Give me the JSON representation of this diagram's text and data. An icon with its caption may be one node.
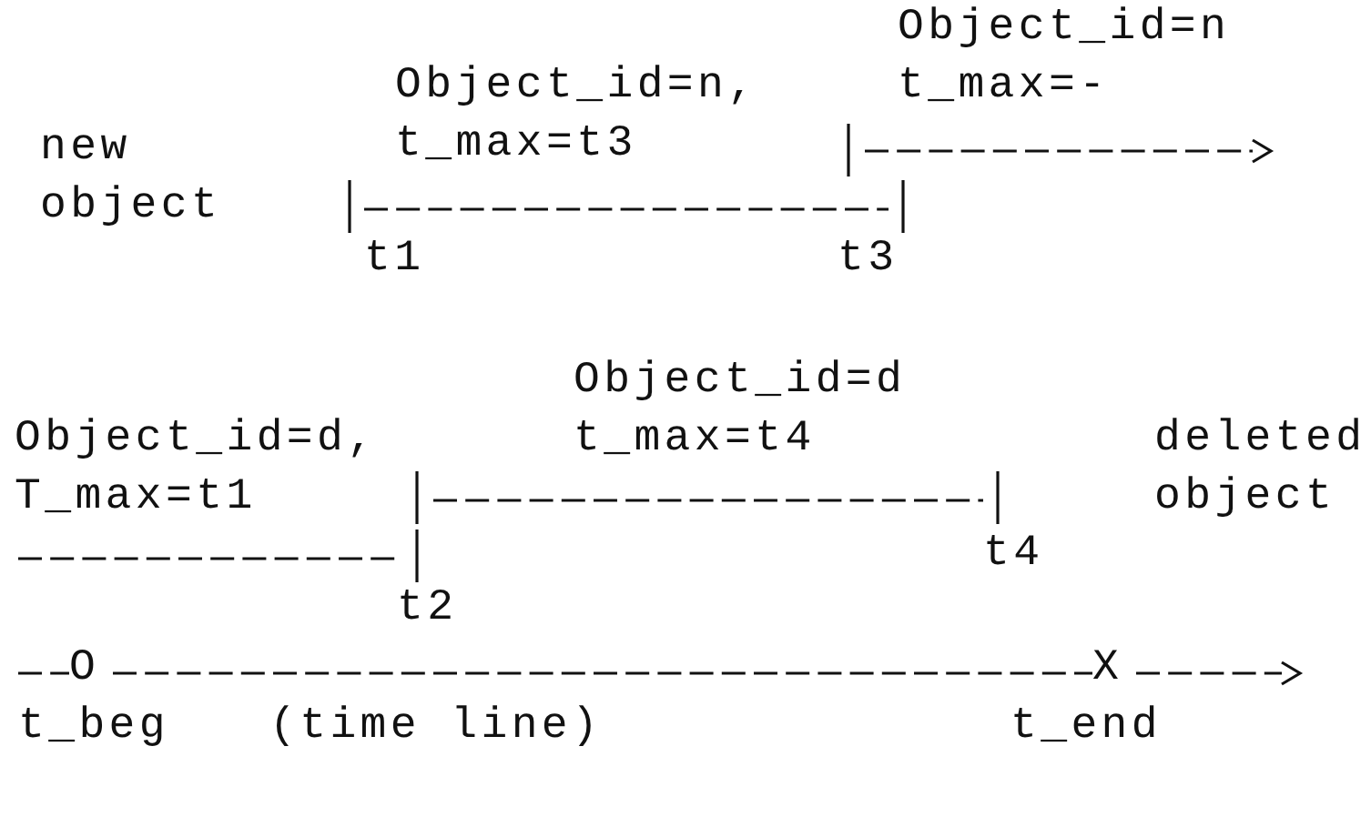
{
  "diagram": {
    "labels": [
      "Object_id=n t_max=-",
      "Object_id=n, t_max=t3",
      "new object",
      "t1",
      "t3",
      "Object_id=d t_max=t4",
      "Object_id=d, T_max=t1",
      "deleted object",
      "t4",
      "t2",
      "O",
      "X",
      "t_beg",
      "(time line)",
      "t_end"
    ]
  }
}
